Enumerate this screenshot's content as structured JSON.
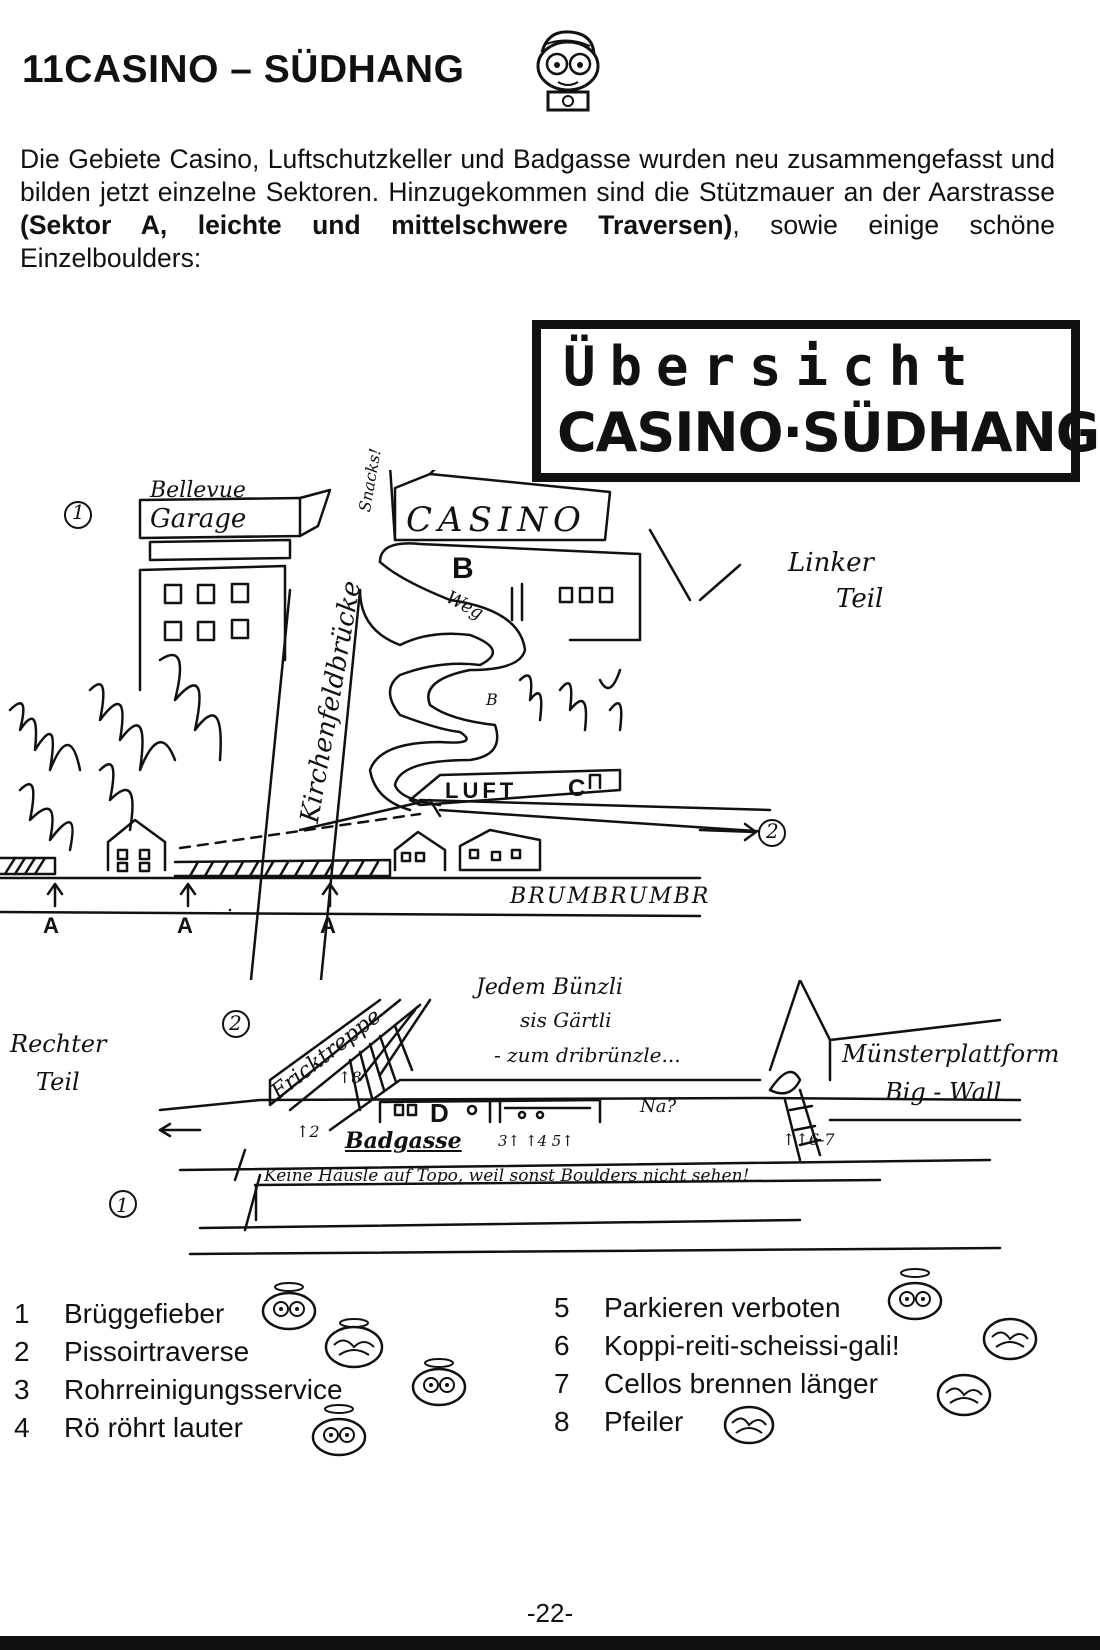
{
  "header": {
    "title": "11CASINO – SÜDHANG"
  },
  "intro": {
    "part1": "Die Gebiete Casino, Luftschutzkeller und Badgasse wurden neu zusammengefasst und bilden jetzt einzelne Sektoren. Hinzugekommen sind die Stützmauer an der Aarstrasse ",
    "bold": "(Sektor A, leichte und mittelschwere Traversen)",
    "part2": ", sowie einige schöne Einzelboulders:"
  },
  "overview_box": {
    "line1": "Übersicht",
    "line2": "CASINO·SÜDHANG"
  },
  "map_labels": {
    "circle_1": "1",
    "circle_2": "2",
    "bellevue": "Bellevue",
    "garage": "Garage",
    "kirchenfeldbruecke": "Kirchenfeldbrücke",
    "snacks": "Snacks!",
    "casino": "CASINO",
    "sector_b": "B",
    "b_small": "B",
    "weg": "Weg",
    "linker": "Linker",
    "teil_left": "Teil",
    "luft": "LUFT",
    "sector_c": "C",
    "arrow_2": "2",
    "sector_a": "A",
    "brumbrumbr": "BRUMBRUMBR",
    "circle_2b": "2",
    "rechter": "Rechter",
    "teil_right": "Teil",
    "fricktreppe": "Fricktreppe",
    "jedem_1": "Jedem Bünzli",
    "jedem_2": "sis Gärtli",
    "jedem_3": "- zum dribrünzle...",
    "muensterplattform": "Münsterplattform",
    "big_wall": "Big - Wall",
    "sector_d": "D",
    "na": "Na?",
    "badgasse": "Badgasse",
    "nums_345": "3↑ ↑4 5↑",
    "num_2": "↑2",
    "num_8": "↑8",
    "num_67": "↑↑6-7",
    "circle_1b": "1",
    "keine": "Keine Häusle auf Topo, weil sonst Boulders nicht sehen!"
  },
  "legend_left": [
    {
      "num": "1",
      "name": "Brüggefieber"
    },
    {
      "num": "2",
      "name": "Pissoirtraverse"
    },
    {
      "num": "3",
      "name": "Rohrreinigungsservice"
    },
    {
      "num": "4",
      "name": "Rö röhrt lauter"
    }
  ],
  "legend_right": [
    {
      "num": "5",
      "name": "Parkieren verboten"
    },
    {
      "num": "6",
      "name": "Koppi-reiti-scheissi-gali!"
    },
    {
      "num": "7",
      "name": "Cellos brennen länger"
    },
    {
      "num": "8",
      "name": "Pfeiler"
    }
  ],
  "footer": {
    "page_number": "-22-"
  },
  "icons": {
    "header_icon": "cartoon-face-icon",
    "smiley": "halo-smiley-icon",
    "scribble": "scribble-face-icon"
  }
}
